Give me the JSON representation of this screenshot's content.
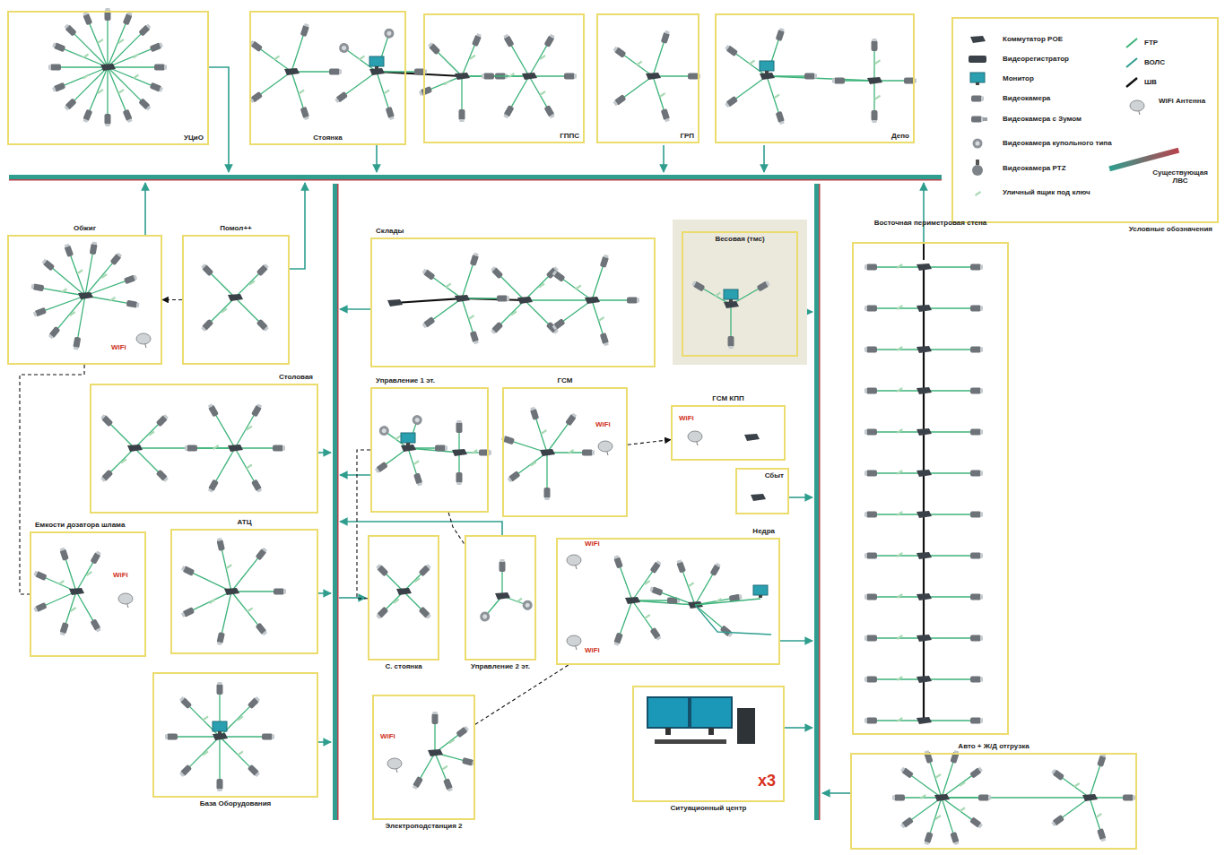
{
  "diagram": {
    "nodes": [
      {
        "text": [
          "УЦиО"
        ]
      },
      {
        "text": [
          "Стоянка"
        ]
      },
      {
        "text": [
          "ГППС"
        ]
      },
      {
        "text": [
          "ГРП"
        ]
      },
      {
        "text": [
          "Депо"
        ]
      },
      {
        "text": [
          "Обжиг"
        ]
      },
      {
        "text": [
          "Помол++"
        ]
      },
      {
        "text": [
          "Склады"
        ]
      },
      {
        "text": [
          "Весовая (тмс)"
        ]
      },
      {
        "text": [
          "Восточная периметровая стена"
        ]
      },
      {
        "text": [
          "Столовая"
        ]
      },
      {
        "text": [
          "Управление 1 эт."
        ]
      },
      {
        "text": [
          "ГСМ"
        ]
      },
      {
        "text": [
          "ГСМ КПП"
        ]
      },
      {
        "text": [
          "Сбыт"
        ]
      },
      {
        "text": [
          "Недра"
        ]
      },
      {
        "text": [
          "Емкости дозатора шлама"
        ]
      },
      {
        "text": [
          "АТЦ"
        ]
      },
      {
        "text": [
          "С. стоянка"
        ]
      },
      {
        "text": [
          "Управление 2 эт."
        ]
      },
      {
        "text": [
          "База Оборудования"
        ]
      },
      {
        "text": [
          "Электроподстанция 2"
        ]
      },
      {
        "text": [
          "Ситуационный центр",
          "x3"
        ]
      },
      {
        "text": [
          "Авто + Ж/Д отгрузка"
        ]
      }
    ],
    "edges": [
      {
        "from": 6,
        "to": 5,
        "arrow": "to"
      },
      {
        "from": 12,
        "to": 13,
        "arrow": "to"
      },
      {
        "from": 5,
        "to": 16,
        "arrow": "none"
      },
      {
        "from": 11,
        "to": 18,
        "arrow": "none"
      },
      {
        "from": 11,
        "to": 19,
        "arrow": "none"
      },
      {
        "from": 21,
        "to": 15,
        "arrow": "none"
      }
    ],
    "labels": [
      "Условные обозначения",
      "WiFi",
      "WiFi",
      "WiFi",
      "WiFi",
      "WiFi",
      "WiFi",
      "WiFi"
    ],
    "legend": [
      {
        "text": "Коммутатор POE"
      },
      {
        "text": "Видеорегистратор"
      },
      {
        "text": "Монитор"
      },
      {
        "text": "Видеокамера"
      },
      {
        "text": "Видеокамера с Зумом"
      },
      {
        "text": "Видеокамера купольного типа"
      },
      {
        "text": "Видеокамера PTZ"
      },
      {
        "text": "Уличный ящик под ключ"
      },
      {
        "text": "FTP"
      },
      {
        "text": "ВОЛС"
      },
      {
        "text": "ШВ"
      },
      {
        "text": "WiFi Антенна"
      },
      {
        "text": "Существующая ЛВС"
      }
    ]
  }
}
